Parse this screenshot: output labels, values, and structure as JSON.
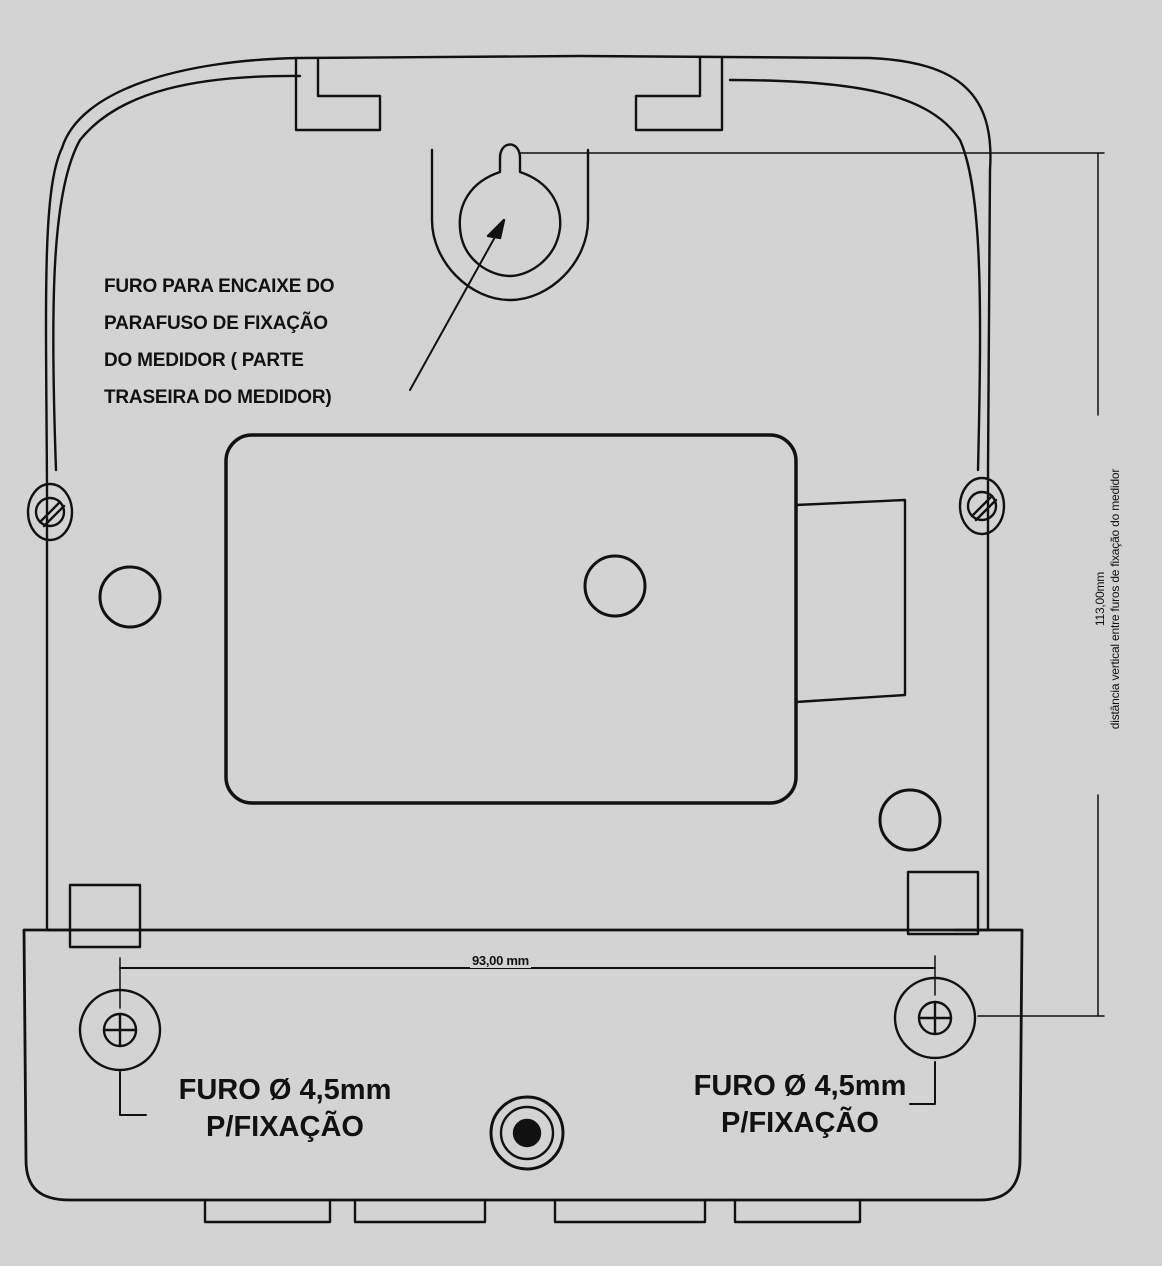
{
  "keyhole_note": {
    "lines": [
      "FURO PARA ENCAIXE DO",
      "PARAFUSO DE FIXAÇÃO",
      "DO MEDIDOR ( PARTE",
      "TRASEIRA DO MEDIDOR)"
    ]
  },
  "horizontal_dimension": "93,00 mm",
  "vertical_dimension": {
    "value": "113,00mm",
    "description": "distância vertical entre furos de fixação do medidor"
  },
  "left_hole_note": {
    "line1": "FURO Ø 4,5mm",
    "line2": "P/FIXAÇÃO"
  },
  "right_hole_note": {
    "line1": "FURO Ø 4,5mm",
    "line2": "P/FIXAÇÃO"
  },
  "colors": {
    "paper": "#d3d3d3",
    "ink": "#111111"
  }
}
